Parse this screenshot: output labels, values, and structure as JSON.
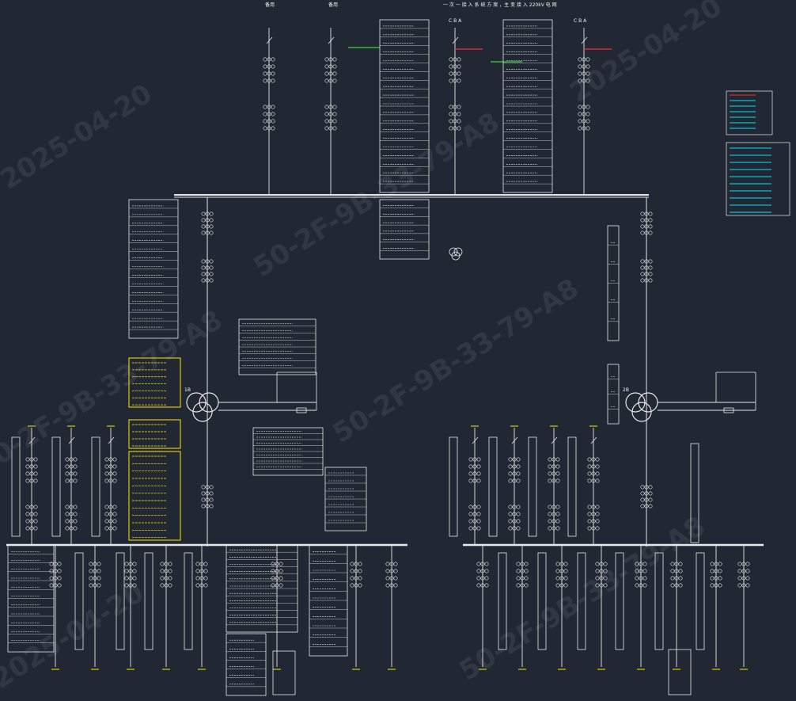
{
  "diagram": {
    "title": "一 次 一 接 入 系 统 方 案 ，主 变 接 入 220kV 电 网",
    "top_labels": [
      "备用",
      "备用",
      "C B A",
      "C B A"
    ],
    "transformer_left": "1B",
    "transformer_right": "2B",
    "watermark_date": "2025-04-20",
    "watermark_id": "50-2F-9B-33-79-A8"
  },
  "colors": {
    "background": "#212833",
    "line": "#e8e8e8",
    "note": "#ffe600",
    "cyan": "#00e5ff",
    "red": "#ff2a2a",
    "green": "#3cff3c"
  }
}
